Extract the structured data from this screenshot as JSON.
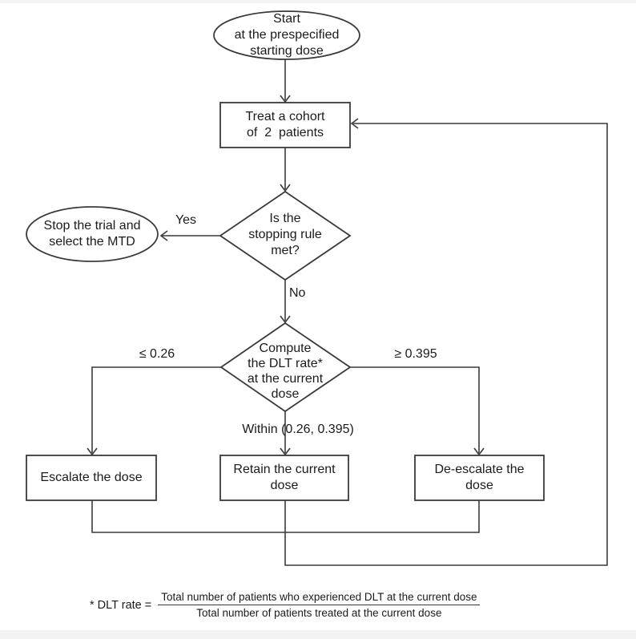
{
  "figure": {
    "type": "flowchart",
    "description": "Dose-finding trial design flowchart"
  },
  "colors": {
    "line": "#3a3a3a",
    "text": "#1b1b1b",
    "background": "#ffffff",
    "edge_strip": "#f3f3f3"
  },
  "nodes": {
    "start": "Start\nat the prespecified\nstarting dose",
    "treat": "Treat a cohort\nof  2  patients",
    "stopping_rule": "Is the\nstopping rule\nmet?",
    "stop_trial": "Stop the trial and\nselect the MTD",
    "compute_dlt": "Compute\nthe DLT rate*\nat the current\ndose",
    "escalate": "Escalate the dose",
    "retain": "Retain the current\ndose",
    "deescalate": "De-escalate the\ndose"
  },
  "edge_labels": {
    "yes": "Yes",
    "no": "No",
    "low": "≤ 0.26",
    "high": "≥ 0.395",
    "within": "Within (0.26, 0.395)"
  },
  "footnote": {
    "prefix": "* DLT rate =",
    "numerator": "Total number of patients who experienced DLT at the current dose",
    "denominator": "Total number of patients treated at the current dose"
  }
}
